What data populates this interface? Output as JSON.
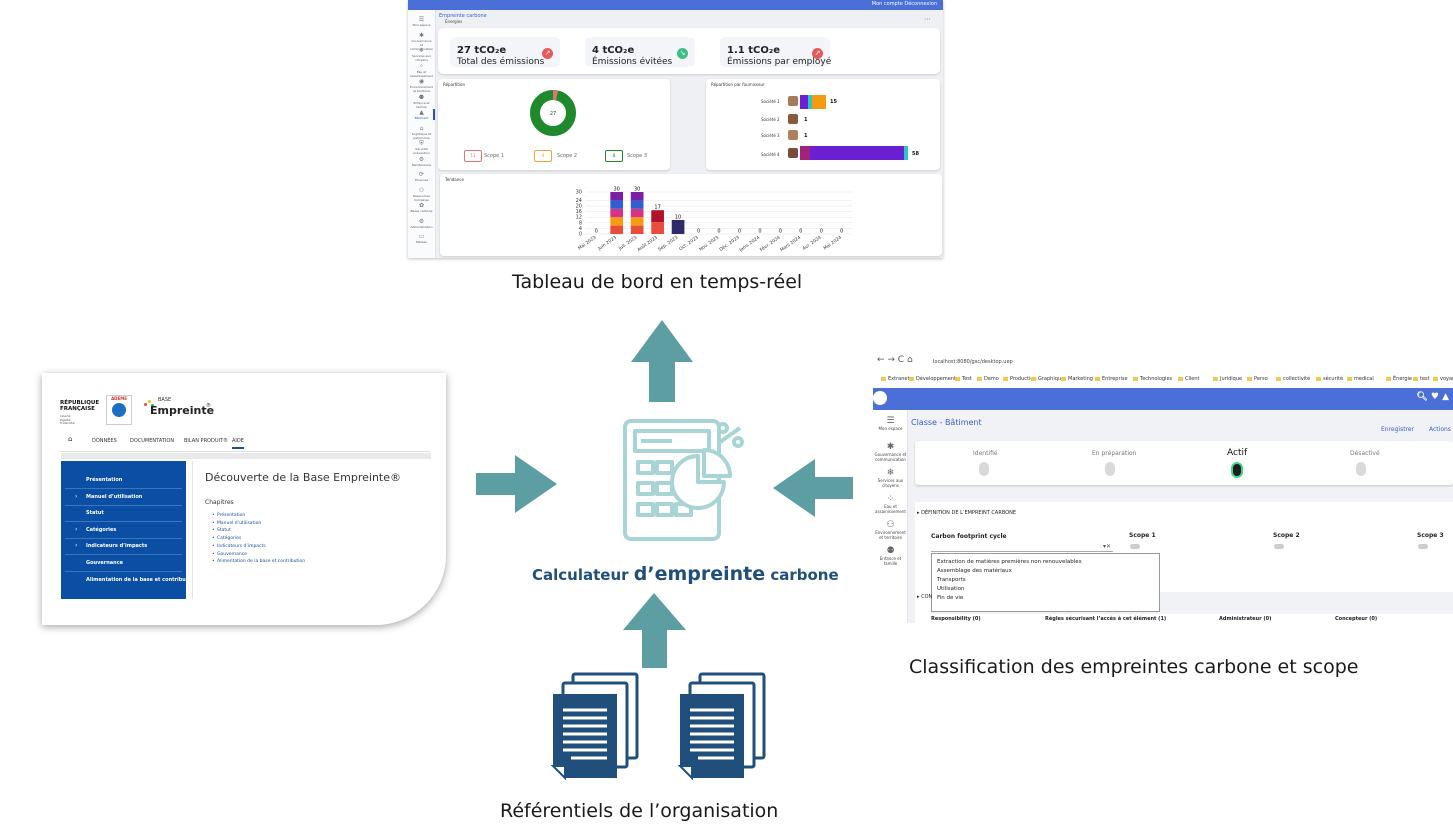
{
  "captions": {
    "dashboard": "Tableau de bord en temps-réel",
    "classification": "Classification des empreintes carbone et scope",
    "referentiels": "Référentiels de l’organisation",
    "center_prefix": "Calculateur ",
    "center_emph": "d’empreinte",
    "center_suffix": " carbone"
  },
  "colors": {
    "arrow": "#5d9ea3",
    "calc_icon": "#a8d4d6",
    "doc_icon": "#1f4f7a",
    "accent": "#4a6fd6"
  },
  "dashboard": {
    "header_items": "Mon compte   Déconnexion",
    "crumb": "Empreinte carbone",
    "sub": "Énergies",
    "sidebar": [
      "Mon espace",
      "Gouvernance et communication",
      "Services aux citoyens",
      "Eau et assainissement",
      "Environnement et territoire",
      "Enfance et famille",
      "Bâtiment",
      "Logistique et patrimoine",
      "Sécurité prévention",
      "Maintenance",
      "Finances",
      "Ressources humaines",
      "Bases carbone",
      "Administration",
      "Tableau"
    ],
    "kpis": [
      {
        "value": "27 tCO₂e",
        "label": "Total des émissions",
        "color": "#e85a5a",
        "arrow": "↗"
      },
      {
        "value": "4 tCO₂e",
        "label": "Émissions évitées",
        "color": "#3cbf86",
        "arrow": "↘"
      },
      {
        "value": "1.1 tCO₂e",
        "label": "Émissions par employé",
        "color": "#e85a5a",
        "arrow": "↗"
      }
    ],
    "repartition": {
      "title": "Répartition",
      "center": "27",
      "scopes": [
        {
          "value": "11",
          "label": "Scope 1",
          "color": "#e0766f"
        },
        {
          "value": "4",
          "label": "Scope 2",
          "color": "#f0a040"
        },
        {
          "value": "8",
          "label": "Scope 3",
          "color": "#1f8a2b"
        }
      ]
    },
    "fournisseurs": {
      "title": "Répartition par fournisseur",
      "rows": [
        {
          "name": "Société 1",
          "value": "15"
        },
        {
          "name": "Société 2",
          "value": "1"
        },
        {
          "name": "Société 3",
          "value": "1"
        },
        {
          "name": "Société 4",
          "value": "58"
        }
      ]
    },
    "tendance_title": "Tendance"
  },
  "base": {
    "logo_lines": [
      "RÉPUBLIQUE",
      "FRANÇAISE"
    ],
    "motto": "Liberté Égalité Fraternité",
    "ademe": "ADEME",
    "brand_small": "BASE",
    "brand": "Empreinte",
    "nav": [
      "DONNÉES",
      "DOCUMENTATION",
      "BILAN PRODUIT®",
      "AIDE"
    ],
    "menu": [
      {
        "label": "Présentation",
        "chev": false
      },
      {
        "label": "Manuel d’utilisation",
        "chev": true
      },
      {
        "label": "Statut",
        "chev": false
      },
      {
        "label": "Catégories",
        "chev": true
      },
      {
        "label": "Indicateurs d’impacts",
        "chev": true
      },
      {
        "label": "Gouvernance",
        "chev": false
      },
      {
        "label": "Alimentation de la base et contribution",
        "chev": false
      }
    ],
    "page_title": "Découverte de la Base Empreinte®",
    "chapitres_label": "Chapitres",
    "chapitres": [
      "Présentation",
      "Manuel d’utilisation",
      "Statut",
      "Catégories",
      "Indicateurs d’impacts",
      "Gouvernance",
      "Alimentation de la base et contribution"
    ]
  },
  "classification": {
    "url": "localhost:8080/gsc/desktop.uep",
    "bookmarks": [
      "Extranet",
      "Développement",
      "Test",
      "Demo",
      "Production",
      "Graphique",
      "Marketing",
      "Entreprise",
      "Technologies",
      "Client",
      "Juridique",
      "Perso",
      "collectivité",
      "sécurité",
      "medical",
      "Énergie",
      "test",
      "voyage"
    ],
    "title": "Classe - Bâtiment",
    "save": "Enregistrer",
    "actions": "Actions",
    "stages": [
      "Identifié",
      "En préparation",
      "Actif",
      "Désactivé"
    ],
    "section1": "DÉFINITION DE L’EMPREINT CARBONE",
    "field_label": "Carbon footprint cycle",
    "scopes": [
      "Scope 1",
      "Scope 2",
      "Scope 3"
    ],
    "dropdown": [
      "Extraction de matières premières non renouvelables",
      "Assemblage des matériaux",
      "Transports",
      "Utilisation",
      "Fin de vie"
    ],
    "section2": "CON",
    "columns": [
      "Responsibility (0)",
      "Règles sécurisant l’accès à cet élément (1)",
      "Administrateur (0)",
      "Concepteur (0)"
    ],
    "sidebar": [
      "Mon espace",
      "Gouvernance et communication",
      "Services aux citoyens",
      "Eau et assainissement",
      "Environnement et territoire",
      "Enfance et famille"
    ]
  },
  "chart_data": {
    "type": "bar",
    "title": "Tendance",
    "categories": [
      "Mai 2023",
      "Juin 2023",
      "Juil. 2023",
      "Août 2023",
      "Sep. 2023",
      "Oct. 2023",
      "Nov. 2023",
      "Déc. 2023",
      "Janv. 2024",
      "Févr. 2024",
      "Mars 2024",
      "Avr. 2024",
      "Mai 2024"
    ],
    "values": [
      0,
      30,
      30,
      17,
      10,
      0,
      0,
      0,
      0,
      0,
      0,
      0,
      0
    ],
    "ylim": [
      0,
      30
    ],
    "yticks": [
      0,
      4,
      8,
      12,
      16,
      20,
      24,
      30
    ],
    "colors": [
      "#e74c3c",
      "#f39c12",
      "#d63384",
      "#2f5fd0",
      "#7a1fa2",
      "#2c2c6c"
    ]
  }
}
